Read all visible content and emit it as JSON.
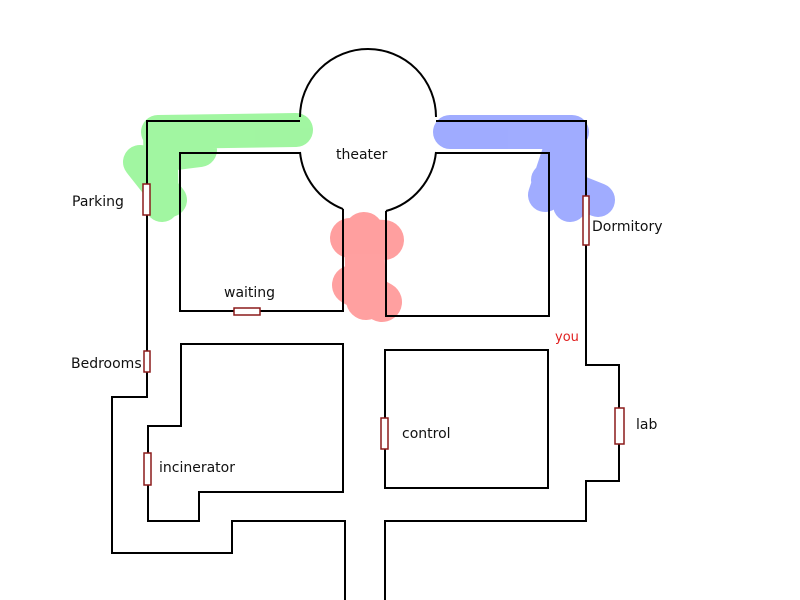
{
  "labels": {
    "theater": "theater",
    "parking": "Parking",
    "dormitory": "Dormitory",
    "waiting": "waiting",
    "you": "you",
    "bedrooms": "Bedrooms",
    "control": "control",
    "incinerator": "incinerator",
    "lab": "lab"
  },
  "colors": {
    "wall": "#000000",
    "door": "#8b1a1a",
    "you_text": "#e02020",
    "zone_parking": "#7df27d",
    "zone_dormitory": "#7b8cff",
    "zone_theater_entrance": "#ff7b7b"
  }
}
